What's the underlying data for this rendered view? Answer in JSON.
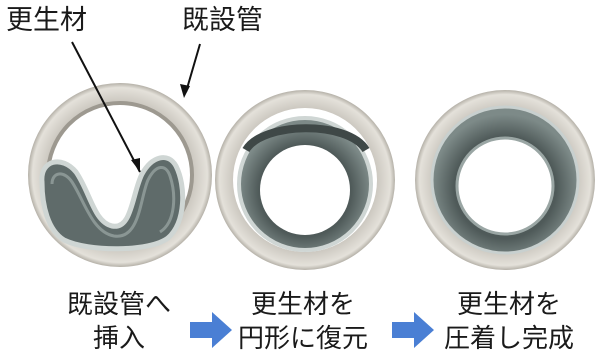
{
  "labels": {
    "renewal_material": "更生材",
    "existing_pipe": "既設管"
  },
  "steps": [
    {
      "line1": "既設管へ",
      "line2": "挿入"
    },
    {
      "line1": "更生材を",
      "line2": "円形に復元"
    },
    {
      "line1": "更生材を",
      "line2": "圧着し完成"
    }
  ],
  "colors": {
    "pipe_outer": "#d7d4cd",
    "pipe_shadow": "#a9a59c",
    "liner_gray": "#6d7a78",
    "liner_edge": "#c8d0cf",
    "arrow_blue": "#4a7fd4"
  }
}
